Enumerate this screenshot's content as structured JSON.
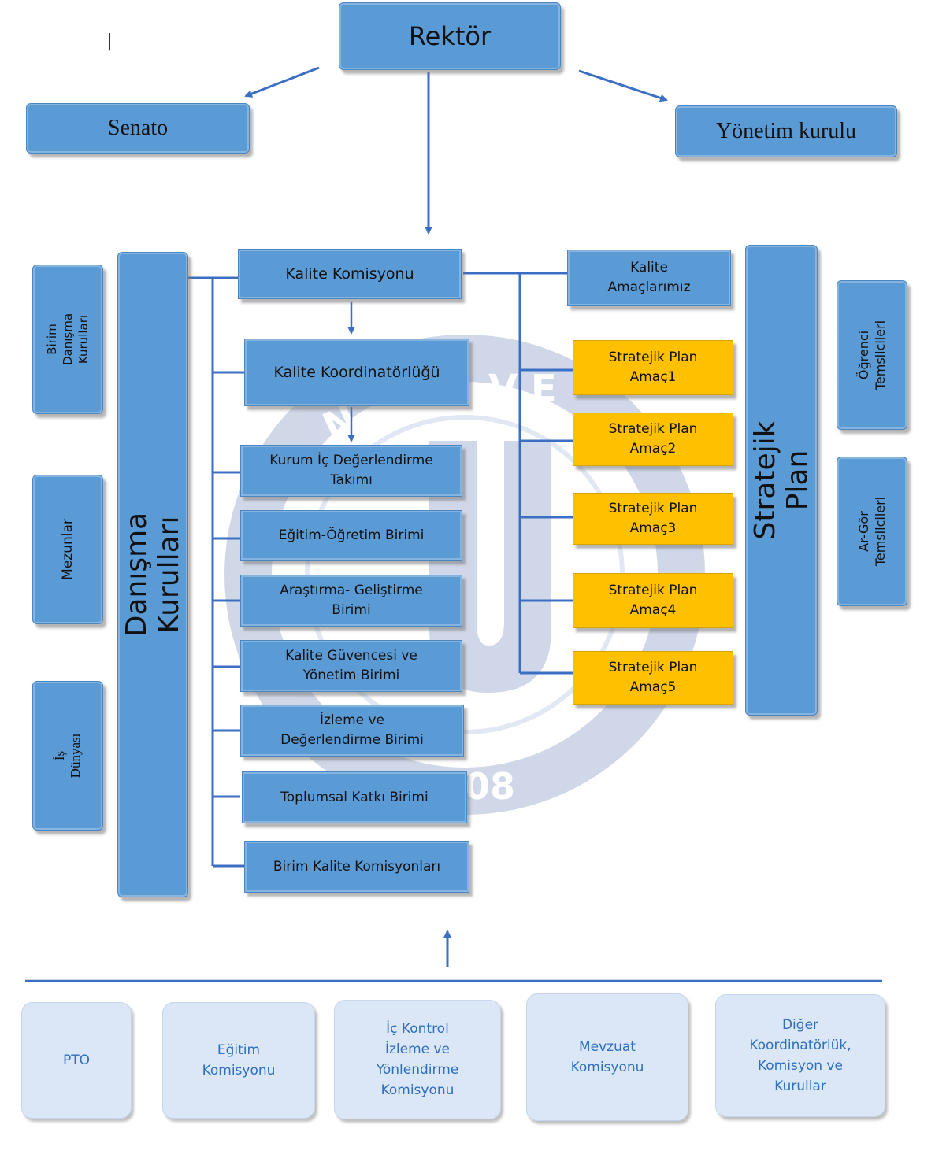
{
  "cursor_mark": "|",
  "watermark": {
    "year_digits": "08"
  },
  "top": {
    "rektor": "Rektör",
    "senato": "Senato",
    "yonetim": "Yönetim kurulu"
  },
  "left_side": {
    "birim_danisma": "Birim Danışma\nKurulları",
    "mezunlar": "Mezunlar",
    "is_dunyasi": "İş Dünyası",
    "danisma_kurullari": "Danışma Kurulları"
  },
  "center": {
    "kalite_komisyonu": "Kalite Komisyonu",
    "kalite_koordinatorlugu": "Kalite Koordinatörlüğü",
    "units": [
      "Kurum İç Değerlendirme\nTakımı",
      "Eğitim-Öğretim Birimi",
      "Araştırma- Geliştirme\nBirimi",
      "Kalite Güvencesi ve\nYönetim Birimi",
      "İzleme ve\nDeğerlendirme Birimi",
      "Toplumsal Katkı Birimi",
      "Birim Kalite Komisyonları"
    ]
  },
  "right_side": {
    "kalite_amaclarimiz": "Kalite\nAmaçlarımız",
    "strategic_goals": [
      "Stratejik Plan\nAmaç1",
      "Stratejik Plan\nAmaç2",
      "Stratejik Plan\nAmaç3",
      "Stratejik Plan\nAmaç4",
      "Stratejik Plan\nAmaç5"
    ],
    "stratejik_plan": "Stratejik Plan",
    "ogrenci_temsilcileri": "Öğrenci\nTemsilcileri",
    "ar_gor_temsilcileri": "Ar-Gör\nTemsilcileri"
  },
  "bottom": {
    "boxes": [
      "PTO",
      "Eğitim\nKomisyonu",
      "İç Kontrol\nİzleme ve\nYönlendirme\nKomisyonu",
      "Mevzuat\nKomisyonu",
      "Diğer\nKoordinatörlük,\nKomisyon ve\nKurullar"
    ]
  },
  "colors": {
    "box_blue": "#5b9bd5",
    "line_blue": "#3b6fc4",
    "goal_gold": "#ffc000",
    "pale_blue": "#dbe7f6",
    "pale_text": "#2e6fc0",
    "watermark": "#a9b8d6"
  }
}
